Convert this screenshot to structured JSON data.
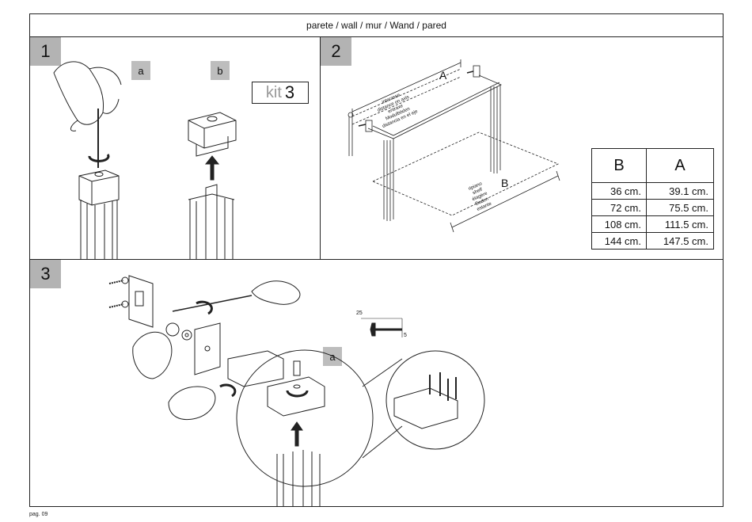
{
  "header": {
    "title": "parete / wall / mur / Wand / pared"
  },
  "step1": {
    "number": "1",
    "label_a": "a",
    "label_b": "b",
    "kit_word": "kit",
    "kit_number": "3"
  },
  "step2": {
    "number": "2",
    "distance_labels": [
      "interasse",
      "distance on axis",
      "entraxe",
      "Modulböden",
      "distancia en el eje"
    ],
    "distance_letter": "A",
    "shelf_labels": [
      "ripiano",
      "shelf",
      "étagère",
      "Boden",
      "estante"
    ],
    "shelf_letter": "B",
    "table": {
      "headers": [
        "B",
        "A"
      ],
      "rows": [
        [
          "36 cm.",
          "39.1 cm."
        ],
        [
          "72 cm.",
          "75.5 cm."
        ],
        [
          "108 cm.",
          "111.5 cm."
        ],
        [
          "144 cm.",
          "147.5 cm."
        ]
      ]
    }
  },
  "step3": {
    "number": "3",
    "label_a": "a",
    "screw_dim_length": "25",
    "screw_dim_head": "5"
  },
  "footer": {
    "page": "pag. 09"
  }
}
